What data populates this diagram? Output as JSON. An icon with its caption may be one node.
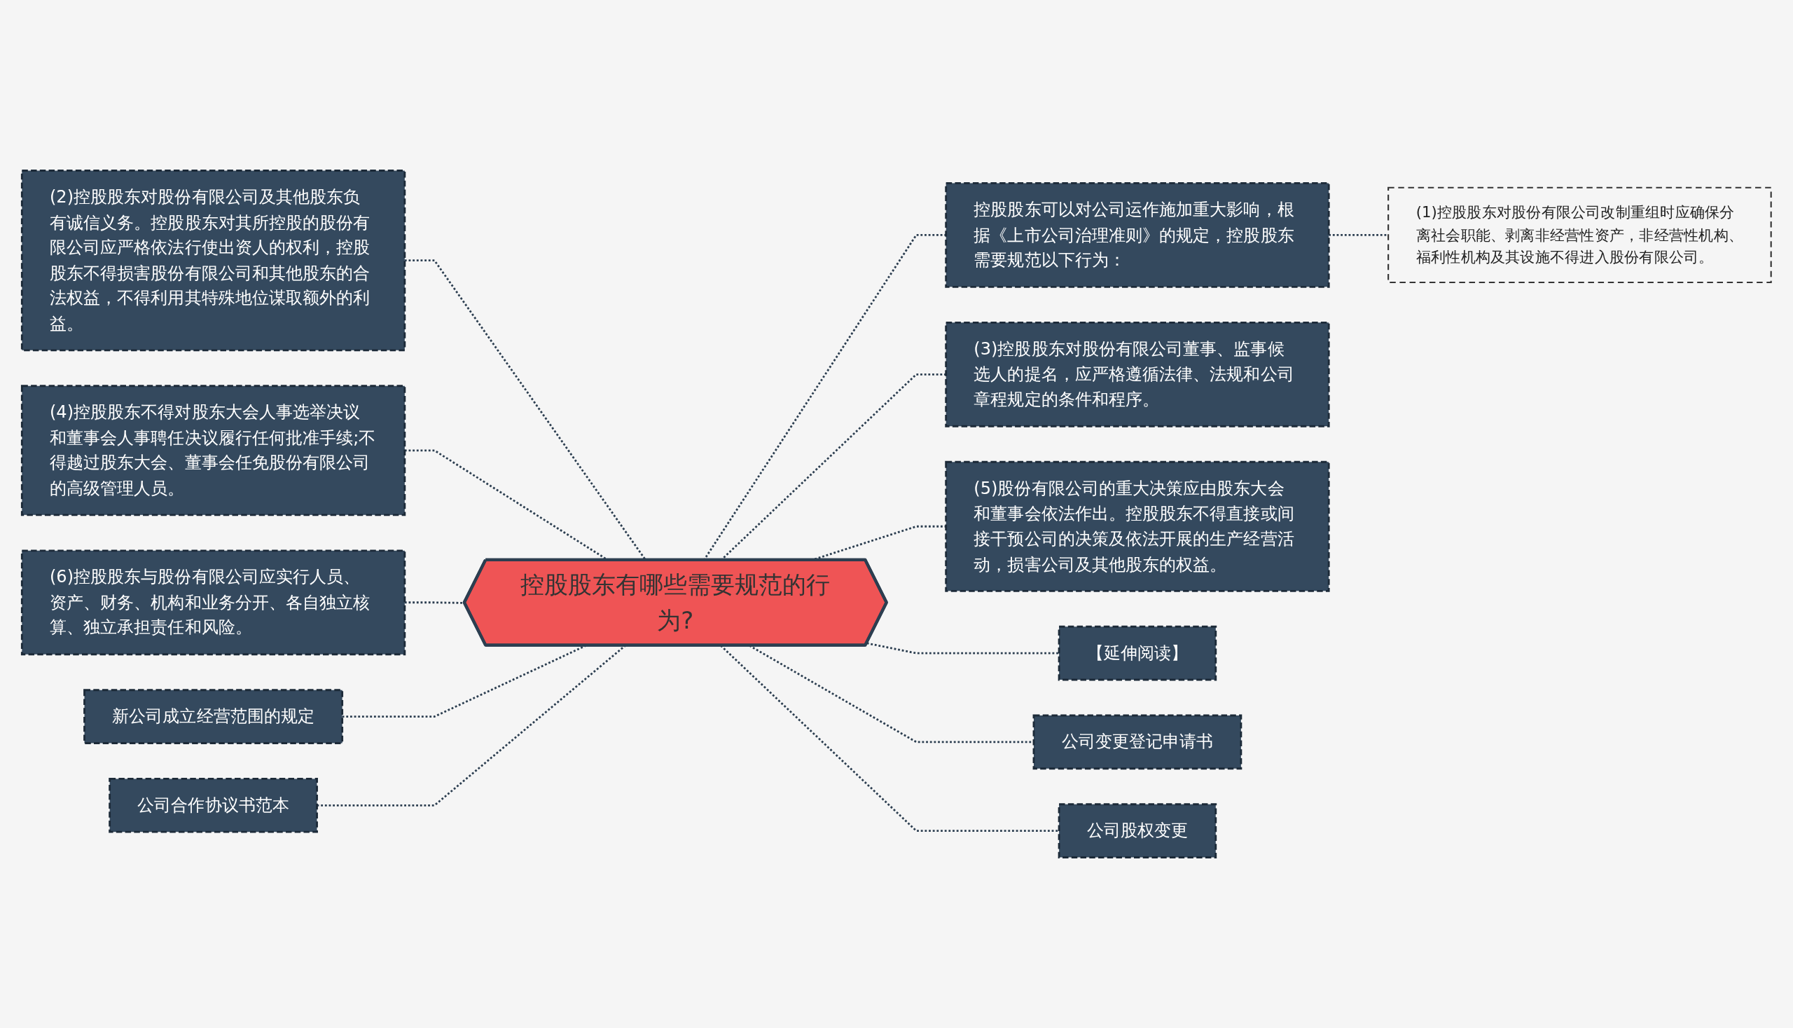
{
  "diagram": {
    "nodes": [
      {
        "text": [
          "控股股东有哪些需要规范的行为?"
        ]
      },
      {
        "text": [
          "(2)控股股东对股份有限公司及其他股东负有诚信义务。控股股东对其所控股的股份有限公司应严格依法行使出资人的权利，控股股东不得损害股份有限公司和其他股东的合法权益，不得利用其特殊地位谋取额外的利益。"
        ]
      },
      {
        "text": [
          "(4)控股股东不得对股东大会人事选举决议和董事会人事聘任决议履行任何批准手续;不得越过股东大会、董事会任免股份有限公司的高级管理人员。"
        ]
      },
      {
        "text": [
          "(6)控股股东与股份有限公司应实行人员、资产、财务、机构和业务分开、各自独立核算、独立承担责任和风险。"
        ]
      },
      {
        "text": [
          "新公司成立经营范围的规定"
        ]
      },
      {
        "text": [
          "公司合作协议书范本"
        ]
      },
      {
        "text": [
          "控股股东可以对公司运作施加重大影响，根据《上市公司治理准则》的规定，控股股东需要规范以下行为："
        ]
      },
      {
        "text": [
          "(3)控股股东对股份有限公司董事、监事候选人的提名，应严格遵循法律、法规和公司章程规定的条件和程序。"
        ]
      },
      {
        "text": [
          "(5)股份有限公司的重大决策应由股东大会和董事会依法作出。控股股东不得直接或间接干预公司的决策及依法开展的生产经营活动，损害公司及其他股东的权益。"
        ]
      },
      {
        "text": [
          "【延伸阅读】"
        ]
      },
      {
        "text": [
          "公司变更登记申请书"
        ]
      },
      {
        "text": [
          "公司股权变更"
        ]
      },
      {
        "text": [
          "(1)控股股东对股份有限公司改制重组时应确保分离社会职能、剥离非经营性资产，非经营性机构、福利性机构及其设施不得进入股份有限公司。"
        ]
      }
    ],
    "edges": [
      {
        "from": 1,
        "to": 0,
        "arrow": "none",
        "style": "dashed"
      },
      {
        "from": 2,
        "to": 0,
        "arrow": "none",
        "style": "dashed"
      },
      {
        "from": 3,
        "to": 0,
        "arrow": "none",
        "style": "dashed"
      },
      {
        "from": 4,
        "to": 0,
        "arrow": "none",
        "style": "dashed"
      },
      {
        "from": 5,
        "to": 0,
        "arrow": "none",
        "style": "dashed"
      },
      {
        "from": 0,
        "to": 6,
        "arrow": "none",
        "style": "dashed"
      },
      {
        "from": 0,
        "to": 7,
        "arrow": "none",
        "style": "dashed"
      },
      {
        "from": 0,
        "to": 8,
        "arrow": "none",
        "style": "dashed"
      },
      {
        "from": 0,
        "to": 9,
        "arrow": "none",
        "style": "dashed"
      },
      {
        "from": 0,
        "to": 10,
        "arrow": "none",
        "style": "dashed"
      },
      {
        "from": 0,
        "to": 11,
        "arrow": "none",
        "style": "dashed"
      },
      {
        "from": 6,
        "to": 12,
        "arrow": "none",
        "style": "dashed"
      }
    ]
  }
}
